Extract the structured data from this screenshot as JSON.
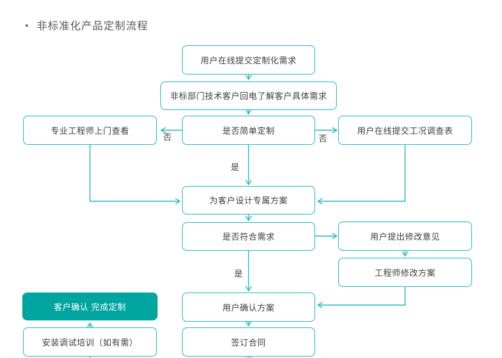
{
  "page": {
    "bullet": "•",
    "title": "非标准化产品定制流程"
  },
  "colors": {
    "line": "#2fbcc7",
    "node_border": "#2fbcc7",
    "node_background": "#ffffff",
    "node_text": "#3d3d3d",
    "filled_node_background": "#00a5a0",
    "filled_node_text": "#ffffff",
    "title_text": "#595959",
    "page_background": "#ffffff"
  },
  "nodes": {
    "submit_requirement": {
      "label": "用户在线提交定制化需求"
    },
    "callback_understand": {
      "label": "非标部门技术客户回电了解客户具体需求"
    },
    "engineer_visit": {
      "label": "专业工程师上门查看"
    },
    "simple_custom_decision": {
      "label": "是否简单定制"
    },
    "condition_survey": {
      "label": "用户在线提交工况调查表"
    },
    "design_solution": {
      "label": "为客户设计专属方案"
    },
    "meet_requirement_decision": {
      "label": "是否符合需求"
    },
    "user_feedback": {
      "label": "用户提出修改意见"
    },
    "engineer_revise": {
      "label": "工程师修改方案"
    },
    "user_confirm": {
      "label": "用户确认方案"
    },
    "sign_contract": {
      "label": "签订合同"
    },
    "confirm_complete": {
      "label": "客户确认 完成定制"
    },
    "install_training": {
      "label": "安装调试培训（如有需）"
    }
  },
  "edge_labels": {
    "no_left": "否",
    "no_right": "否",
    "yes_top": "是",
    "yes_bottom": "是"
  }
}
